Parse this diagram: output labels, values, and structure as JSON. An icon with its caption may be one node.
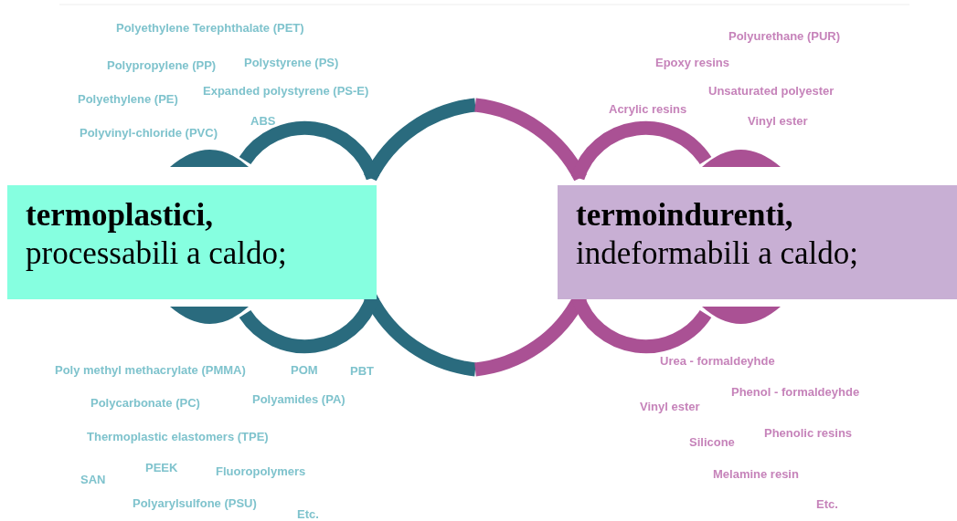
{
  "diagram": {
    "nodes": [
      {
        "text": [
          "termoplastici,",
          "processabili a caldo;"
        ]
      },
      {
        "text": [
          "termoindurenti,",
          "indeformabili a caldo;"
        ]
      }
    ],
    "labels": [
      "Polyethylene Terephthalate (PET)",
      "Polypropylene (PP)",
      "Polystyrene (PS)",
      "Polyethylene (PE)",
      "Expanded polystyrene (PS-E)",
      "ABS",
      "Polyvinyl-chloride (PVC)",
      "Polyurethane (PUR)",
      "Epoxy resins",
      "Unsaturated polyester",
      "Acrylic resins",
      "Vinyl ester",
      "Poly methyl methacrylate (PMMA)",
      "POM",
      "PBT",
      "Polycarbonate (PC)",
      "Polyamides (PA)",
      "Thermoplastic elastomers (TPE)",
      "SAN",
      "PEEK",
      "Fluoropolymers",
      "Polyarylsulfone (PSU)",
      "Etc.",
      "Urea - formaldeyhde",
      "Phenol - formaldeyhde",
      "Vinyl ester",
      "Silicone",
      "Phenolic resins",
      "Melamine resin",
      "Etc."
    ]
  }
}
